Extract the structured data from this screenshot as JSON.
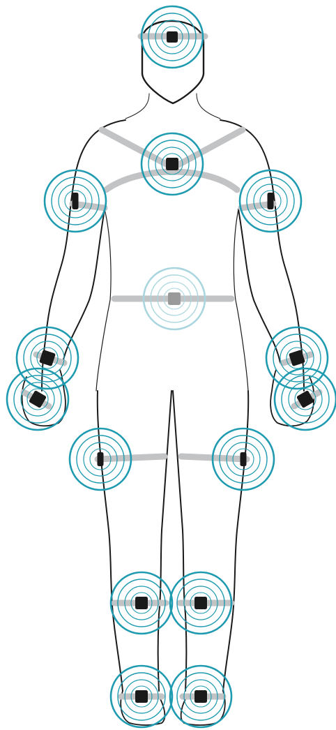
{
  "figure": {
    "description_text": "",
    "colors": {
      "outline": "#1a1a1a",
      "strap": "#c2c3c5",
      "ring": "#1e9bb0",
      "ring_faded": "#a9d6de",
      "sensor": "#1a1a1a",
      "sensor_faded": "#9a9a9a",
      "background": "#ffffff"
    },
    "sensors": [
      {
        "id": "head",
        "icon": "motion-sensor-icon",
        "faded": false
      },
      {
        "id": "chest",
        "icon": "motion-sensor-icon",
        "faded": false
      },
      {
        "id": "left-upper-arm",
        "icon": "motion-sensor-icon",
        "faded": false
      },
      {
        "id": "right-upper-arm",
        "icon": "motion-sensor-icon",
        "faded": false
      },
      {
        "id": "pelvis",
        "icon": "motion-sensor-icon",
        "faded": true
      },
      {
        "id": "left-forearm",
        "icon": "motion-sensor-icon",
        "faded": false
      },
      {
        "id": "right-forearm",
        "icon": "motion-sensor-icon",
        "faded": false
      },
      {
        "id": "left-hand",
        "icon": "motion-sensor-icon",
        "faded": false
      },
      {
        "id": "right-hand",
        "icon": "motion-sensor-icon",
        "faded": false
      },
      {
        "id": "left-thigh",
        "icon": "motion-sensor-icon",
        "faded": false
      },
      {
        "id": "right-thigh",
        "icon": "motion-sensor-icon",
        "faded": false
      },
      {
        "id": "left-shin",
        "icon": "motion-sensor-icon",
        "faded": false
      },
      {
        "id": "right-shin",
        "icon": "motion-sensor-icon",
        "faded": false
      },
      {
        "id": "left-foot",
        "icon": "motion-sensor-icon",
        "faded": false
      },
      {
        "id": "right-foot",
        "icon": "motion-sensor-icon",
        "faded": false
      }
    ]
  }
}
